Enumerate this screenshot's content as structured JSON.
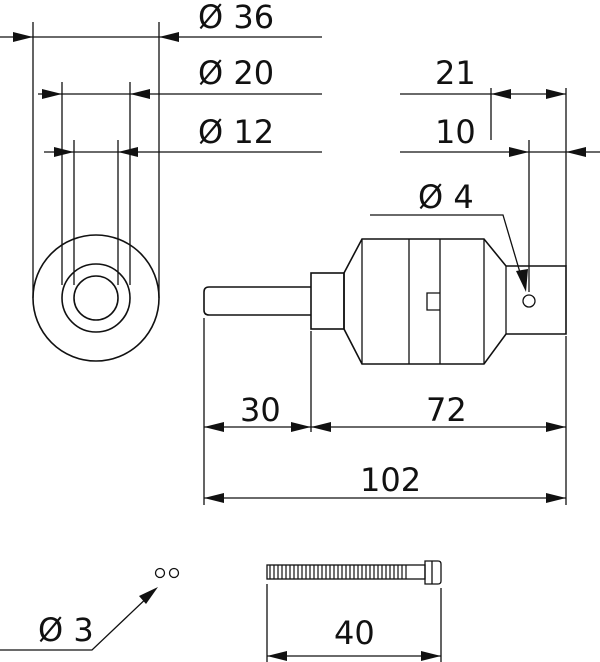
{
  "dimensions": {
    "dia36": "Ø 36",
    "dia20": "Ø 20",
    "dia12": "Ø 12",
    "d21": "21",
    "d10": "10",
    "dia4": "Ø 4",
    "d30": "30",
    "d72": "72",
    "d102": "102",
    "dia3": "Ø 3",
    "d40": "40"
  }
}
